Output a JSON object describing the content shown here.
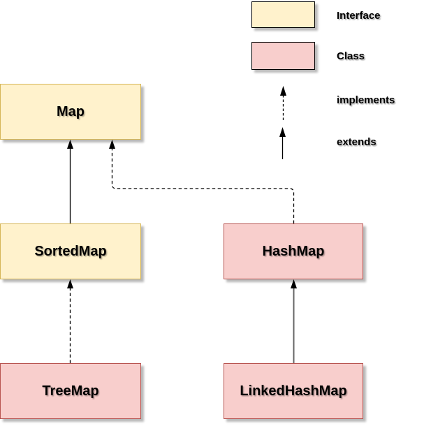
{
  "diagram": {
    "type": "class-hierarchy",
    "nodes": [
      {
        "id": "map",
        "label": "Map",
        "kind": "interface"
      },
      {
        "id": "sortedmap",
        "label": "SortedMap",
        "kind": "interface"
      },
      {
        "id": "hashmap",
        "label": "HashMap",
        "kind": "class"
      },
      {
        "id": "treemap",
        "label": "TreeMap",
        "kind": "class"
      },
      {
        "id": "linkedhashmap",
        "label": "LinkedHashMap",
        "kind": "class"
      }
    ],
    "edges": [
      {
        "from": "SortedMap",
        "to": "Map",
        "relationship": "extends",
        "line": "solid"
      },
      {
        "from": "HashMap",
        "to": "Map",
        "relationship": "implements",
        "line": "dashed"
      },
      {
        "from": "TreeMap",
        "to": "SortedMap",
        "relationship": "implements",
        "line": "dashed"
      },
      {
        "from": "LinkedHashMap",
        "to": "HashMap",
        "relationship": "extends",
        "line": "solid"
      }
    ],
    "legend": {
      "interface_label": "Interface",
      "class_label": "Class",
      "implements_label": "implements",
      "extends_label": "extends"
    },
    "colors": {
      "interface_fill": "#FFF2CC",
      "interface_border": "#D6B656",
      "class_fill": "#F8CECC",
      "class_border": "#B85450",
      "edge_black": "#000000",
      "edge_gray": "#666666",
      "background": "#FFFFFF"
    }
  }
}
